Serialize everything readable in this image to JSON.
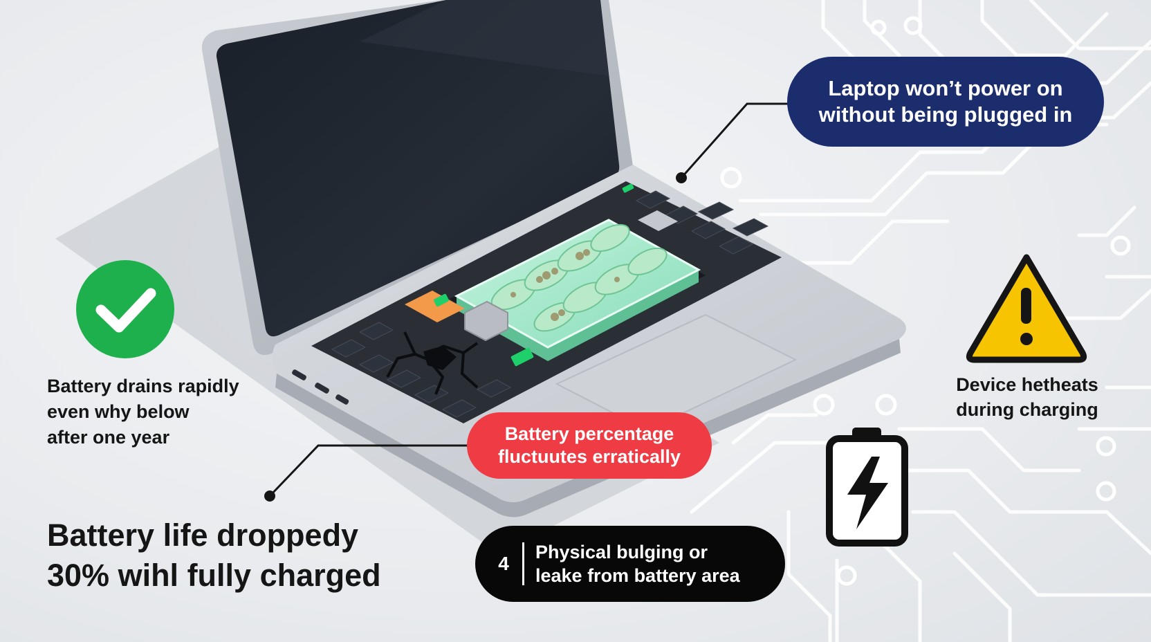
{
  "callouts": {
    "power": {
      "line1": "Laptop won’t power on",
      "line2": "without being plugged in",
      "color": "#1c2d6e"
    },
    "percentage": {
      "line1": "Battery percentage",
      "line2": "fluctuutes erratically",
      "color": "#ef3b43"
    },
    "bulging": {
      "number": "4",
      "line1": "Physical bulging or",
      "line2": "leake from battery area",
      "color": "#080808"
    }
  },
  "labels": {
    "drains": {
      "line1": "Battery drains rapidly",
      "line2": "even why below",
      "line3": "after one year"
    },
    "overheats": {
      "line1": "Device hetheats",
      "line2": "during charging"
    },
    "big": {
      "line1": "Battery life droppedy",
      "line2": "30% wihl fully charged"
    }
  },
  "icons": {
    "check": {
      "name": "check-circle-icon",
      "color": "#1fb04e"
    },
    "warning": {
      "name": "warning-triangle-icon",
      "color": "#f6c400"
    },
    "battery": {
      "name": "battery-bolt-icon",
      "color": "#111111"
    }
  },
  "colors": {
    "battery_cell": "#9be8c8",
    "connector_orange": "#f29a4a",
    "indicator_green": "#1fcf6a"
  }
}
